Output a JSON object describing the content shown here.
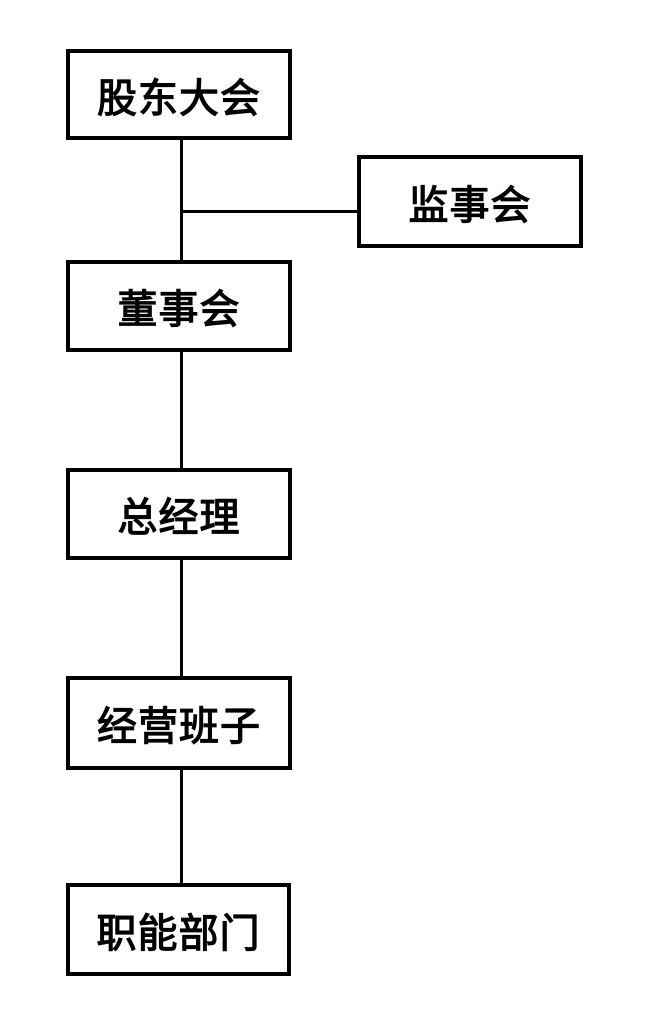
{
  "diagram": {
    "type": "org-chart",
    "title": "",
    "colors": {
      "background": "#ffffff",
      "box_border": "#000000",
      "box_fill": "#ffffff",
      "text": "#000000",
      "line": "#000000"
    },
    "nodes": [
      {
        "id": "shareholders-meeting",
        "label": "股东大会"
      },
      {
        "id": "supervisory-board",
        "label": "监事会"
      },
      {
        "id": "board-of-directors",
        "label": "董事会"
      },
      {
        "id": "general-manager",
        "label": "总经理"
      },
      {
        "id": "management-team",
        "label": "经营班子"
      },
      {
        "id": "functional-departments",
        "label": "职能部门"
      }
    ],
    "edges": [
      {
        "from": "shareholders-meeting",
        "to": "board-of-directors",
        "style": "vertical-line"
      },
      {
        "from": "shareholders-meeting",
        "to": "supervisory-board",
        "style": "horizontal-branch"
      },
      {
        "from": "board-of-directors",
        "to": "general-manager",
        "style": "vertical-line"
      },
      {
        "from": "general-manager",
        "to": "management-team",
        "style": "vertical-line"
      },
      {
        "from": "management-team",
        "to": "functional-departments",
        "style": "vertical-line"
      }
    ]
  }
}
